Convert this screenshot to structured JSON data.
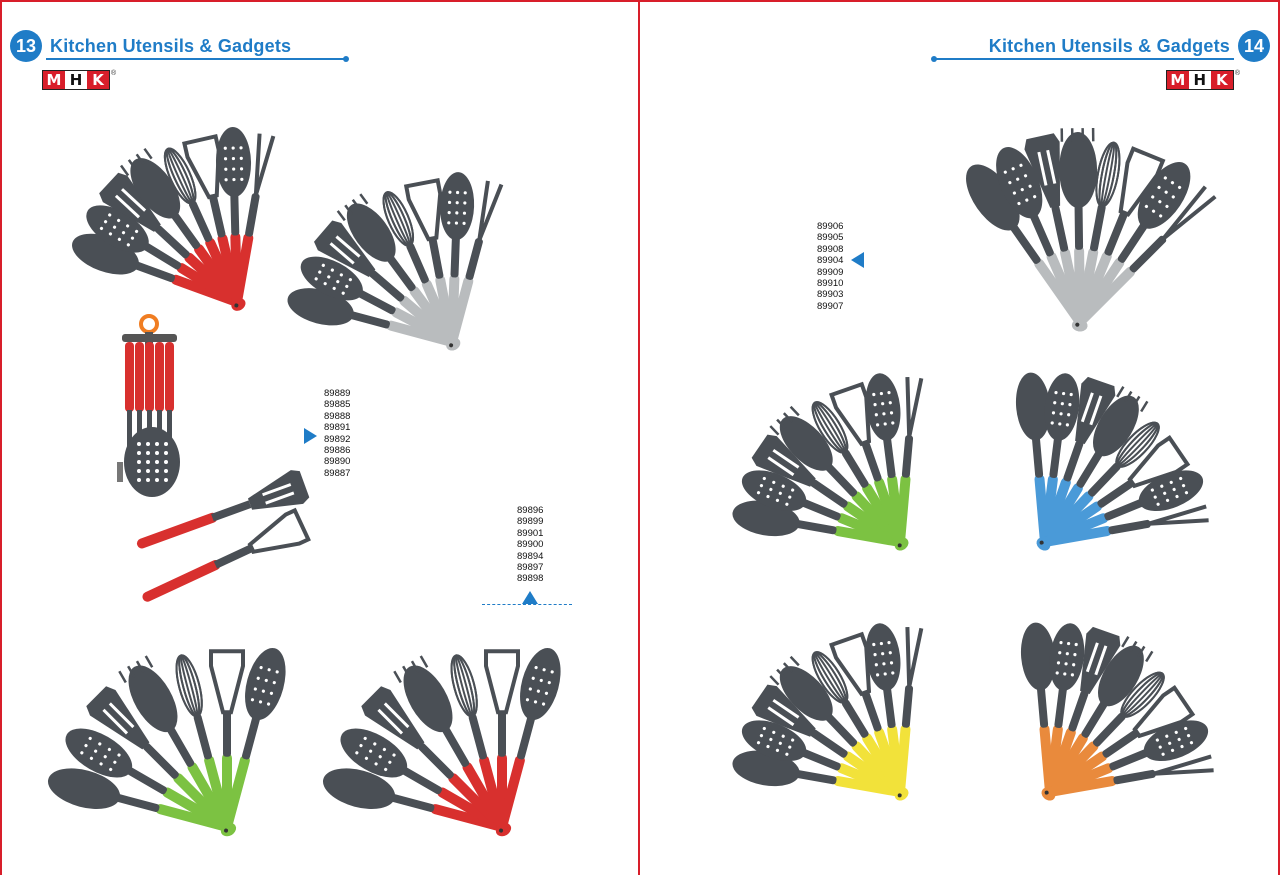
{
  "left_page": {
    "page_number": "13",
    "title": "Kitchen Utensils & Gadgets",
    "logo": {
      "letters": [
        "M",
        "H",
        "K"
      ],
      "registered": "®"
    },
    "codes_group_1": [
      "89889",
      "89885",
      "89888",
      "89891",
      "89892",
      "89886",
      "89890",
      "89887"
    ],
    "codes_group_2": [
      "89896",
      "89899",
      "89901",
      "89900",
      "89894",
      "89897",
      "89898"
    ]
  },
  "right_page": {
    "page_number": "14",
    "title": "Kitchen Utensils & Gadgets",
    "logo": {
      "letters": [
        "M",
        "H",
        "K"
      ],
      "registered": "®"
    },
    "codes_group_1": [
      "89906",
      "89905",
      "89908",
      "89904",
      "89909",
      "89910",
      "89903",
      "89907"
    ]
  },
  "colors": {
    "accent_blue": "#1f7cc7",
    "border_red": "#d81e2a",
    "utensil_head": "#4a4f55",
    "handle_red": "#d8302e",
    "handle_grey": "#b9bcbe",
    "handle_green": "#7cc242",
    "handle_blue": "#4a9ad8",
    "handle_yellow": "#f2e23a",
    "handle_orange": "#e98a3c"
  }
}
